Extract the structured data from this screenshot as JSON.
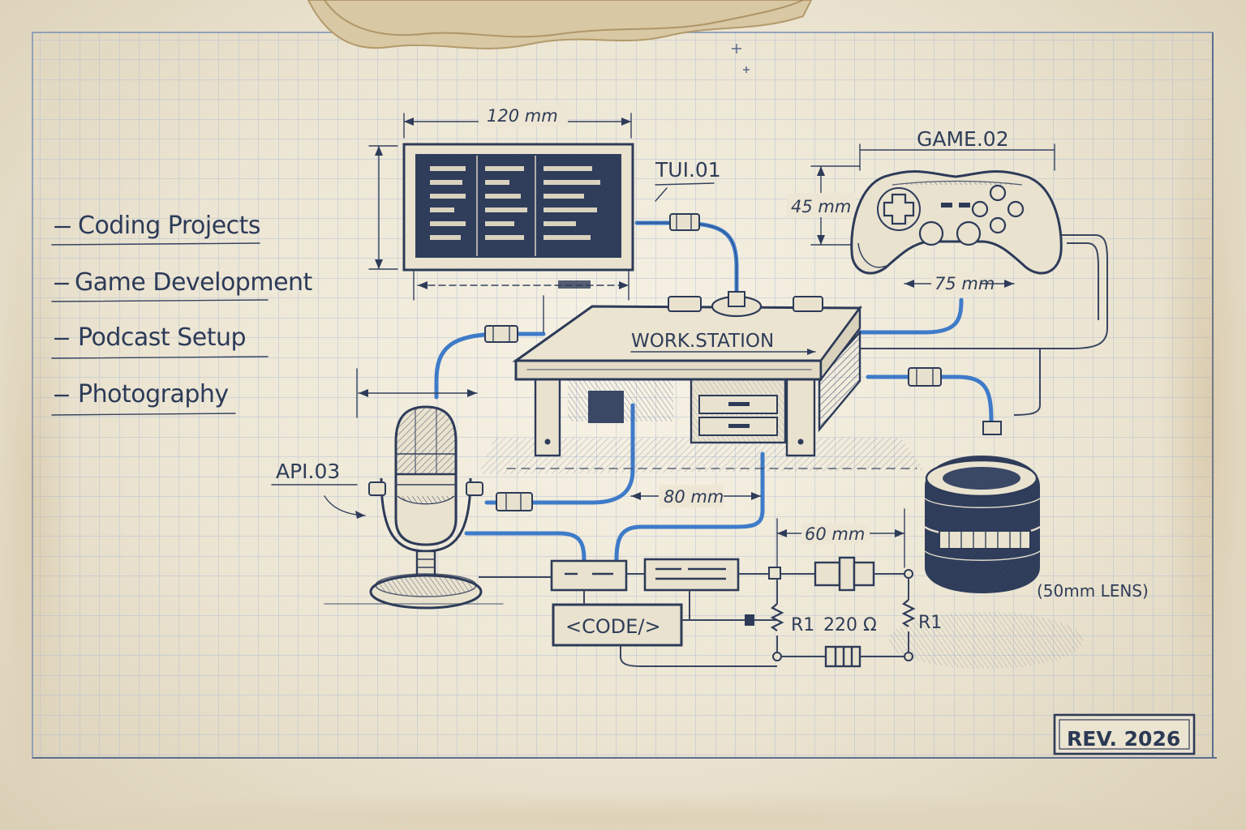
{
  "list": {
    "items": [
      "Coding Projects",
      "Game Development",
      "Podcast Setup",
      "Photography"
    ]
  },
  "labels": {
    "monitor_width": "120 mm",
    "monitor_tag": "TUI.01",
    "gamepad_tag": "GAME.02",
    "gamepad_height": "45 mm",
    "gamepad_width": "75 mm",
    "desk_label": "WORK.STATION",
    "mic_tag": "API.03",
    "dim_80": "80 mm",
    "dim_60": "60 mm",
    "code_box": "<CODE/>",
    "resistor_left": "R1",
    "resistor_value": "220 Ω",
    "resistor_right": "R1",
    "lens_label": "(50mm LENS)",
    "revision": "REV. 2026"
  },
  "colors": {
    "paper": "#ebe4d2",
    "grid": "#9fb3cf",
    "ink": "#2d3b58",
    "cable_blue": "#3e7bc9"
  }
}
